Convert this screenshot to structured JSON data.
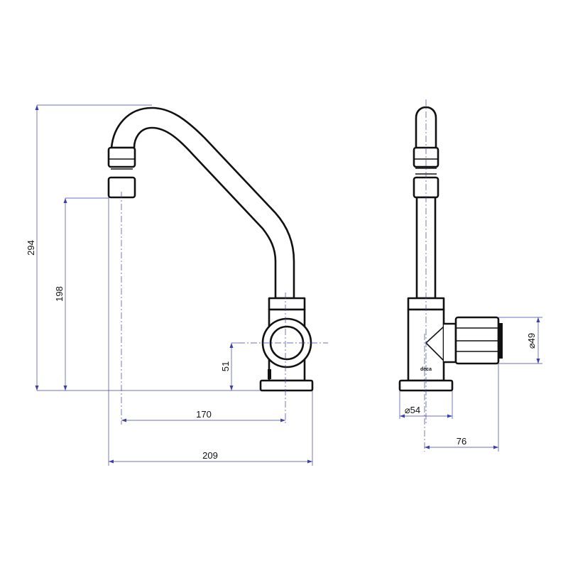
{
  "dimensions": {
    "total_height": "294",
    "spout_height": "198",
    "handle_height": "51",
    "spout_reach": "170",
    "overall_depth": "209",
    "base_diameter": "⌀54",
    "handle_diameter": "⌀49",
    "handle_projection": "76"
  },
  "brand": {
    "logo_text": "deca"
  },
  "colors": {
    "outline": "#111111",
    "dimension_lines": "#3b3fb0"
  }
}
